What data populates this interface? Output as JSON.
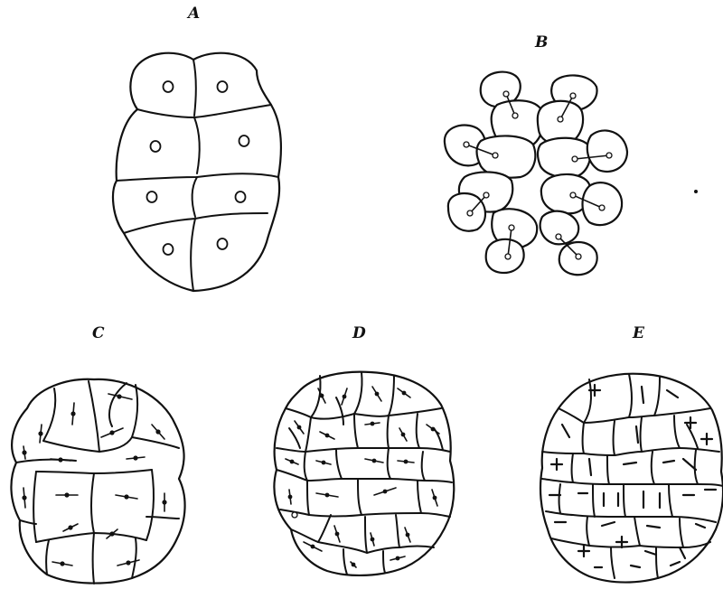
{
  "figure": {
    "panels": [
      {
        "id": "A",
        "label": "A"
      },
      {
        "id": "B",
        "label": "B"
      },
      {
        "id": "C",
        "label": "C"
      },
      {
        "id": "D",
        "label": "D"
      },
      {
        "id": "E",
        "label": "E"
      }
    ]
  },
  "colors": {
    "ink": "#111111",
    "paper": "#ffffff"
  }
}
